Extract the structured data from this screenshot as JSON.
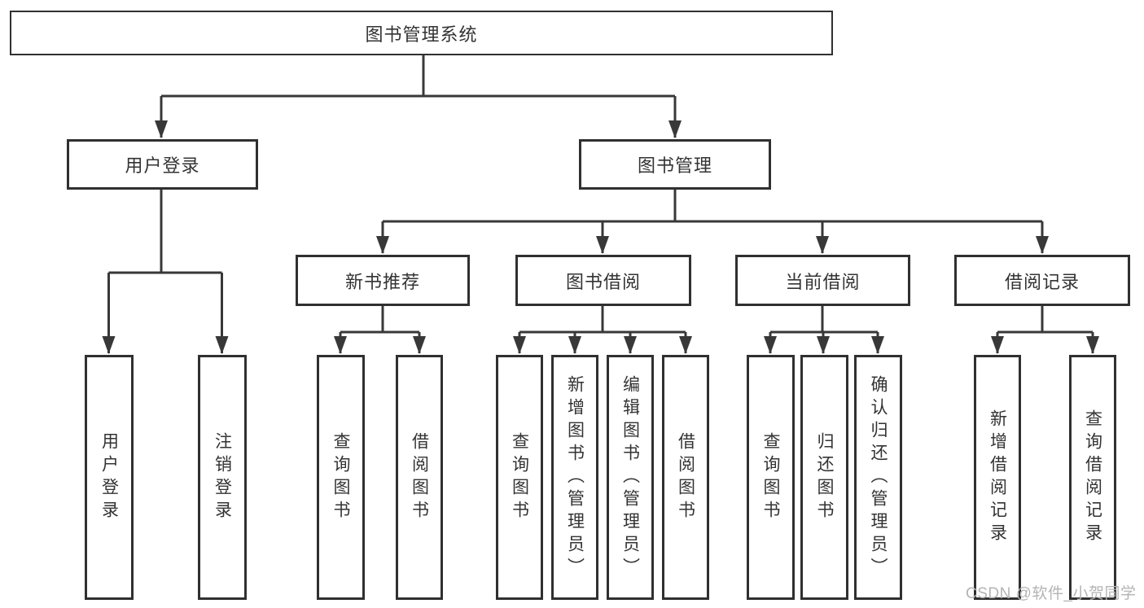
{
  "diagram": {
    "root": {
      "label": "图书管理系统"
    },
    "login_branch": {
      "label": "用户登录",
      "children": [
        {
          "label": "用户登录"
        },
        {
          "label": "注销登录"
        }
      ]
    },
    "mgmt_branch": {
      "label": "图书管理",
      "groups": [
        {
          "label": "新书推荐",
          "children": [
            {
              "label": "查询图书"
            },
            {
              "label": "借阅图书"
            }
          ]
        },
        {
          "label": "图书借阅",
          "children": [
            {
              "label": "查询图书"
            },
            {
              "label": "新增图书（管理员）"
            },
            {
              "label": "编辑图书（管理员）"
            },
            {
              "label": "借阅图书"
            }
          ]
        },
        {
          "label": "当前借阅",
          "children": [
            {
              "label": "查询图书"
            },
            {
              "label": "归还图书"
            },
            {
              "label": "确认归还（管理员）"
            }
          ]
        },
        {
          "label": "借阅记录",
          "children": [
            {
              "label": "新增借阅记录"
            },
            {
              "label": "查询借阅记录"
            }
          ]
        }
      ]
    }
  },
  "watermark": {
    "text": "CSDN @软件_小贺同学"
  },
  "colors": {
    "line": "#383838",
    "border": "#303030",
    "text": "#333333",
    "watermark": "#b4b4b4",
    "background": "#ffffff"
  }
}
